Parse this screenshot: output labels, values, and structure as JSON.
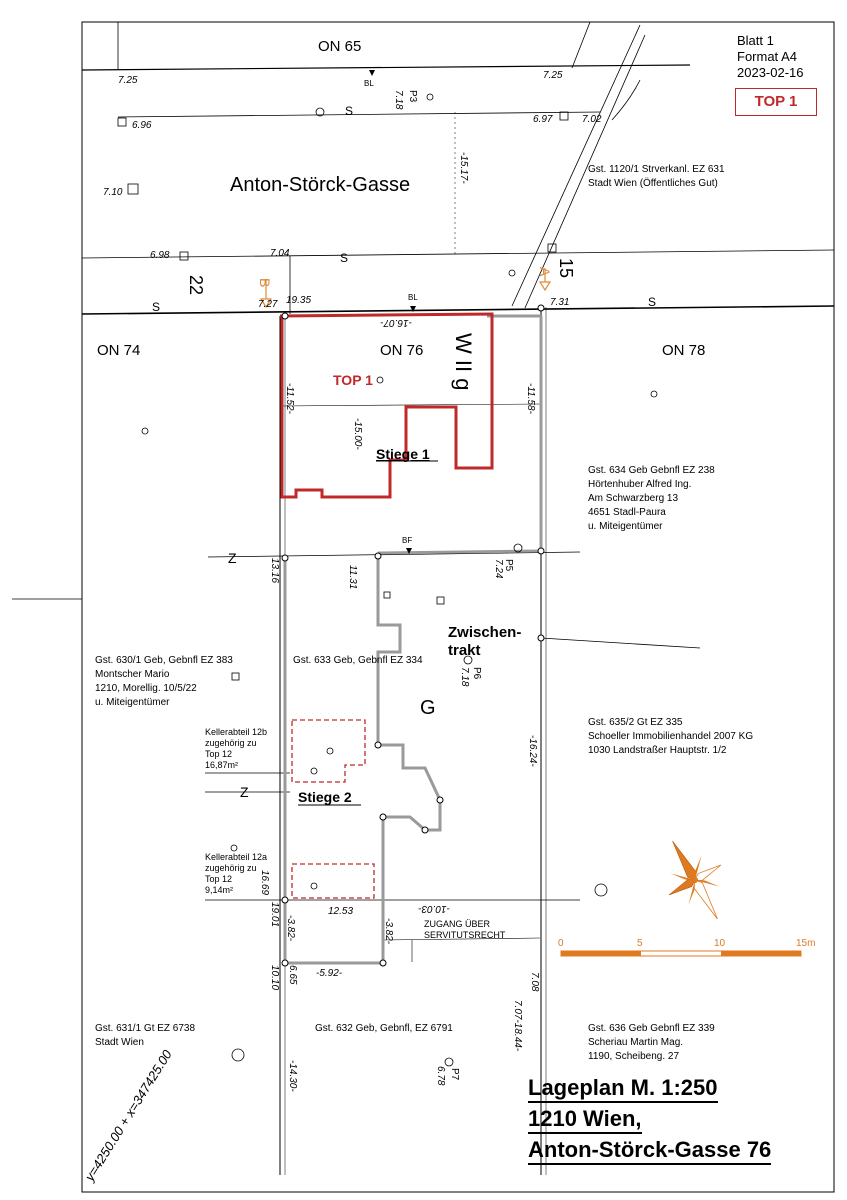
{
  "header": {
    "sheet": "Blatt 1",
    "format": "Format A4",
    "date": "2023-02-16",
    "top_badge": "TOP 1"
  },
  "street": {
    "name": "Anton-Störck-Gasse",
    "on_north": "ON 65",
    "house_22": "22",
    "house_15": "15"
  },
  "parcels": {
    "on74": "ON 74",
    "on76": "ON 76",
    "on78": "ON 78",
    "gst1120_line1": "Gst. 1120/1 Strverkanl. EZ 631",
    "gst1120_line2": "Stadt Wien (Öffentliches Gut)",
    "gst634_line1": "Gst. 634 Geb Gebnfl EZ 238",
    "gst634_line2": "Hörtenhuber Alfred Ing.",
    "gst634_line3": "Am Schwarzberg 13",
    "gst634_line4": "4651 Stadl-Paura",
    "gst634_line5": "u. Miteigentümer",
    "gst630_line1": "Gst. 630/1 Geb, Gebnfl EZ 383",
    "gst630_line2": "Montscher Mario",
    "gst630_line3": "1210, Morellig. 10/5/22",
    "gst630_line4": "u. Miteigentümer",
    "gst633": "Gst. 633 Geb, Gebnfl EZ 334",
    "gst635_line1": "Gst. 635/2 Gt EZ 335",
    "gst635_line2": "Schoeller Immobilienhandel 2007 KG",
    "gst635_line3": "1030 Landstraßer Hauptstr. 1/2",
    "gst631_line1": "Gst. 631/1 Gt EZ 6738",
    "gst631_line2": "Stadt Wien",
    "gst632": "Gst. 632 Geb, Gebnfl, EZ 6791",
    "gst636_line1": "Gst. 636 Geb Gebnfl EZ 339",
    "gst636_line2": "Scheriau Martin Mag.",
    "gst636_line3": "1190, Scheibeng. 27"
  },
  "building": {
    "zoning": "W II g",
    "top1": "TOP 1",
    "stiege1": "Stiege 1",
    "stiege2": "Stiege 2",
    "zwischen1": "Zwischen-",
    "zwischen2": "trakt",
    "g": "G",
    "keller12b_l1": "Kellerabteil 12b",
    "keller12b_l2": "zugehörig zu",
    "keller12b_l3": "Top 12",
    "keller12b_l4": "16,87m²",
    "keller12a_l1": "Kellerabteil 12a",
    "keller12a_l2": "zugehörig zu",
    "keller12a_l3": "Top 12",
    "keller12a_l4": "9,14m²",
    "zugang_l1": "ZUGANG ÜBER",
    "zugang_l2": "SERVITUTSRECHT"
  },
  "markers": {
    "b": "B",
    "a": "A",
    "z1": "Z",
    "z2": "Z",
    "s": "S",
    "bl": "BL",
    "bf": "BF",
    "p3": "P3",
    "p5": "P5",
    "p6": "P6",
    "p7": "P7"
  },
  "elevations": {
    "e725a": "7.25",
    "e725b": "7.25",
    "e696": "6.96",
    "e697": "6.97",
    "e702": "7.02",
    "e710": "7.10",
    "e698": "6.98",
    "e704": "7.04",
    "e727": "7.27",
    "e1935": "19.35",
    "e731": "7.31",
    "e718a": "7.18",
    "e724": "7.24",
    "e1131": "11.31",
    "e718b": "7.18",
    "e1253": "12.53",
    "e678": "6.78",
    "e708": "7.08",
    "e1316": "13.16",
    "e1669": "16.69",
    "e1901": "19.01",
    "e1010": "10.10",
    "e665": "6.65"
  },
  "dimensions": {
    "d1607": "-16.07-",
    "d1517": "-15.17-",
    "d1500": "-15.00-",
    "d1152": "-11.52-",
    "d1158": "-11.58-",
    "d1624": "-16.24-",
    "d1003": "-10.03-",
    "d382a": "-3.82-",
    "d382b": "-3.82-",
    "d592": "-5.92-",
    "d1430": "-14.30-",
    "d1844": "7.07-18.44-"
  },
  "scale": {
    "t0": "0",
    "t5": "5",
    "t10": "10",
    "t15": "15m"
  },
  "coords": "y=4250.00 + x=347425.00",
  "title": {
    "line1": "Lageplan M. 1:250",
    "line2": "1210 Wien,",
    "line3": "Anton-Störck-Gasse 76"
  },
  "colors": {
    "top_red": "#c0282a",
    "building_gray": "#9a9a9a",
    "marker_orange": "#e08a3a",
    "scale_orange": "#e07a20"
  }
}
